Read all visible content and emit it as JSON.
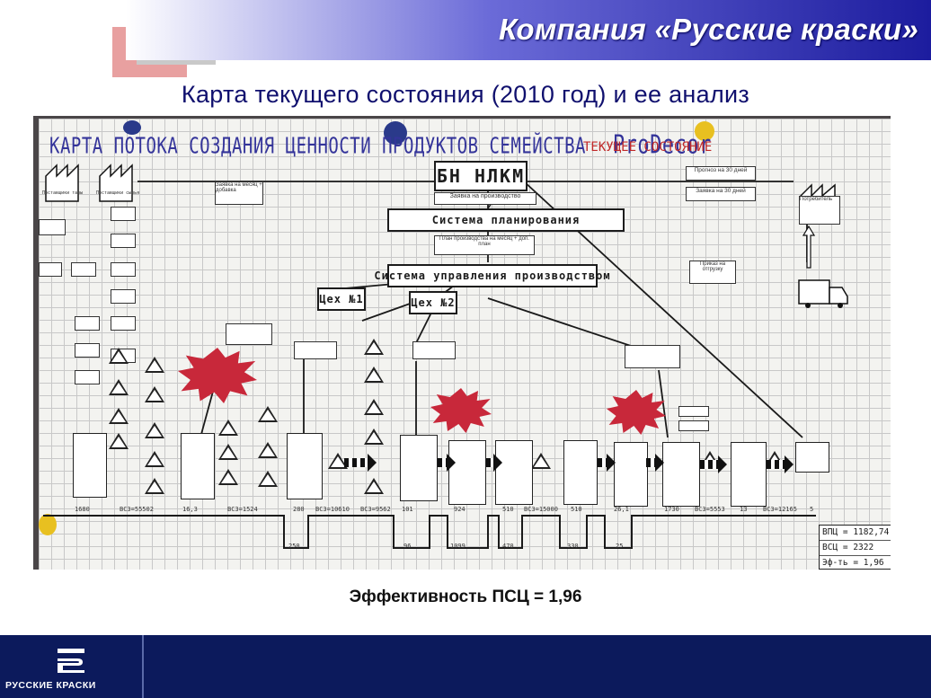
{
  "header": {
    "company": "Компания «Русские краски»",
    "accent_colors": [
      "#6b6bd8",
      "#1c1c9e",
      "#e8a0a0"
    ]
  },
  "slide": {
    "title": "Карта текущего состояния (2010 год) и ее анализ"
  },
  "board": {
    "title": "КАРТА ПОТОКА СОЗДАНИЯ ЦЕННОСТИ ПРОДУКТОВ СЕМЕЙСТВА",
    "brand": "ProDecor",
    "state_tag": "ТЕКУЩЕЕ СОСТОЯНИЕ",
    "main_boxes": {
      "bn": "БН НЛКМ",
      "planning": "Система планирования",
      "production_mgmt": "Система управления производством",
      "shop1": "Цех №1",
      "shop2": "Цех №2"
    },
    "notes": {
      "forecast": "Прогноз на 30 дней",
      "order30": "Заявка на 30 дней",
      "shipping_order": "Приказ на отгрузку",
      "production_request": "Заявка на производство",
      "monthly_plan": "План производства на месяц + доп. план",
      "monthly_request": "Заявка на месяц + добавка",
      "supplier_raw": "Поставщики тары",
      "supplier_tare": "Поставщики сырья",
      "consumer": "Потребитель"
    },
    "timeline_top": [
      "1680",
      "ВСЗ=55502",
      "16,3",
      "ВСЗ=1524",
      "280",
      "ВСЗ=10610",
      "ВСЗ=9562",
      "101",
      "924",
      "510",
      "ВСЗ=15000",
      "510",
      "26,1",
      "1730",
      "ВСЗ=5553",
      "13",
      "ВСЗ=12165",
      "5"
    ],
    "timeline_bottom": [
      "250",
      "96",
      "1099",
      "470",
      "330",
      "25"
    ],
    "summary": {
      "vpc": "ВПЦ = 1182,74",
      "vsc": "ВСЦ = 2322",
      "eff": "Эф-ть = 1,96"
    }
  },
  "efficiency": "Эффективность ПСЦ  = 1,96",
  "footer": {
    "logo_text": "РУССКИЕ КРАСКИ",
    "color": "#0c1a5c"
  }
}
